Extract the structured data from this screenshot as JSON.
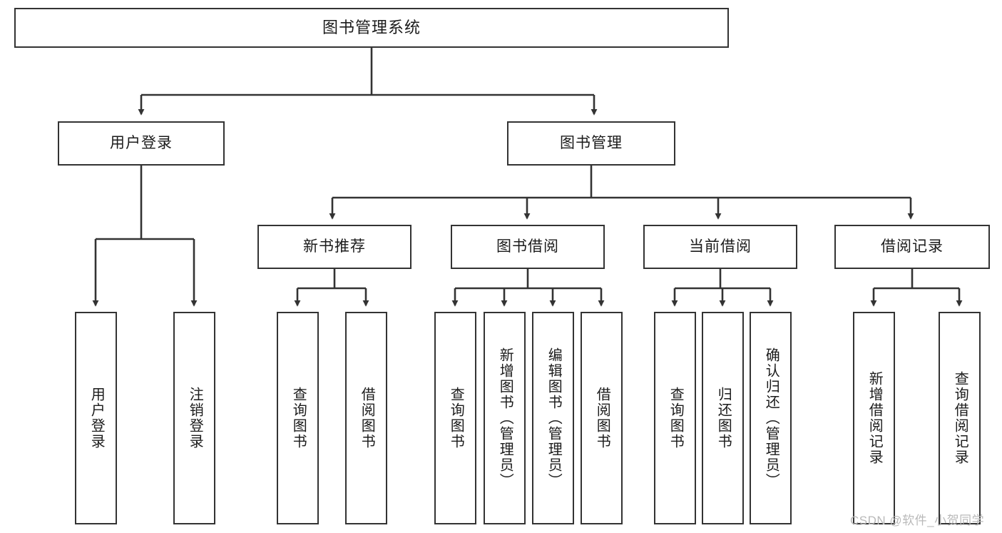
{
  "diagram": {
    "title": "图书管理系统",
    "type": "hierarchy-tree",
    "watermark": "CSDN @软件_小贺同学",
    "colors": {
      "node_border": "#333333",
      "node_fill": "#ffffff",
      "edge": "#333333",
      "text": "#1b1b1b",
      "watermark": "#b9b9b9",
      "background": "#ffffff"
    },
    "nodes": {
      "root": {
        "label": "图书管理系统",
        "level": 0,
        "orientation": "horizontal"
      },
      "l1": [
        {
          "id": "user-login",
          "label": "用户登录",
          "level": 1,
          "orientation": "horizontal"
        },
        {
          "id": "book-manage",
          "label": "图书管理",
          "level": 1,
          "orientation": "horizontal"
        }
      ],
      "l2": [
        {
          "id": "new-book-rec",
          "label": "新书推荐",
          "level": 2,
          "orientation": "horizontal",
          "parent": "book-manage"
        },
        {
          "id": "book-borrow",
          "label": "图书借阅",
          "level": 2,
          "orientation": "horizontal",
          "parent": "book-manage"
        },
        {
          "id": "current-borrow",
          "label": "当前借阅",
          "level": 2,
          "orientation": "horizontal",
          "parent": "book-manage"
        },
        {
          "id": "borrow-record",
          "label": "借阅记录",
          "level": 2,
          "orientation": "horizontal",
          "parent": "book-manage"
        }
      ],
      "leaves": [
        {
          "id": "leaf-user-login",
          "label": "用户登录",
          "parent": "user-login",
          "orientation": "vertical"
        },
        {
          "id": "leaf-logout",
          "label": "注销登录",
          "parent": "user-login",
          "orientation": "vertical"
        },
        {
          "id": "leaf-query-book-1",
          "label": "查询图书",
          "parent": "new-book-rec",
          "orientation": "vertical"
        },
        {
          "id": "leaf-borrow-book-1",
          "label": "借阅图书",
          "parent": "new-book-rec",
          "orientation": "vertical"
        },
        {
          "id": "leaf-query-book-2",
          "label": "查询图书",
          "parent": "book-borrow",
          "orientation": "vertical"
        },
        {
          "id": "leaf-add-book",
          "label": "新增图书（管理员）",
          "parent": "book-borrow",
          "orientation": "vertical"
        },
        {
          "id": "leaf-edit-book",
          "label": "编辑图书（管理员）",
          "parent": "book-borrow",
          "orientation": "vertical"
        },
        {
          "id": "leaf-borrow-book-2",
          "label": "借阅图书",
          "parent": "book-borrow",
          "orientation": "vertical"
        },
        {
          "id": "leaf-query-book-3",
          "label": "查询图书",
          "parent": "current-borrow",
          "orientation": "vertical"
        },
        {
          "id": "leaf-return-book",
          "label": "归还图书",
          "parent": "current-borrow",
          "orientation": "vertical"
        },
        {
          "id": "leaf-confirm-return",
          "label": "确认归还（管理员）",
          "parent": "current-borrow",
          "orientation": "vertical"
        },
        {
          "id": "leaf-add-record",
          "label": "新增借阅记录",
          "parent": "borrow-record",
          "orientation": "vertical"
        },
        {
          "id": "leaf-query-record",
          "label": "查询借阅记录",
          "parent": "borrow-record",
          "orientation": "vertical"
        }
      ]
    }
  }
}
